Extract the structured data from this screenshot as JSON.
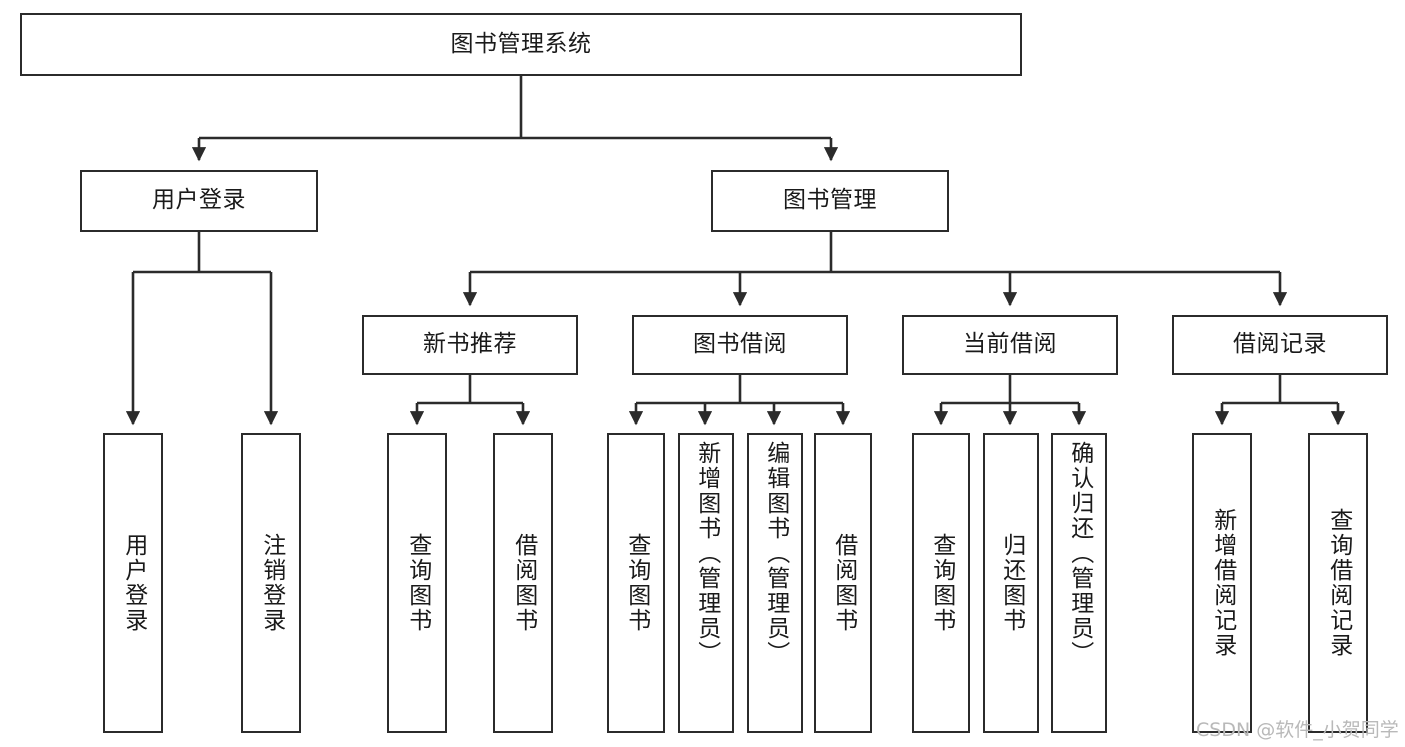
{
  "diagram": {
    "title": "图书管理系统",
    "watermark": "CSDN @软件_小贺同学",
    "colors": {
      "stroke": "#2b2b2b",
      "fill": "#ffffff",
      "text": "#1a1a1a",
      "watermark": "#b9b9b9"
    },
    "nodes": {
      "root": {
        "label": "图书管理系统"
      },
      "level1": [
        {
          "label": "用户登录"
        },
        {
          "label": "图书管理"
        }
      ],
      "level2": [
        {
          "label": "新书推荐"
        },
        {
          "label": "图书借阅"
        },
        {
          "label": "当前借阅"
        },
        {
          "label": "借阅记录"
        }
      ],
      "leaves": {
        "user_login": [
          {
            "label": "用户登录"
          },
          {
            "label": "注销登录"
          }
        ],
        "new_book_recommend": [
          {
            "label": "查询图书"
          },
          {
            "label": "借阅图书"
          }
        ],
        "book_borrow": [
          {
            "label": "查询图书"
          },
          {
            "label": "新增图书（管理员）"
          },
          {
            "label": "编辑图书（管理员）"
          },
          {
            "label": "借阅图书"
          }
        ],
        "current_borrow": [
          {
            "label": "查询图书"
          },
          {
            "label": "归还图书"
          },
          {
            "label": "确认归还（管理员）"
          }
        ],
        "borrow_record": [
          {
            "label": "新增借阅记录"
          },
          {
            "label": "查询借阅记录"
          }
        ]
      }
    }
  }
}
